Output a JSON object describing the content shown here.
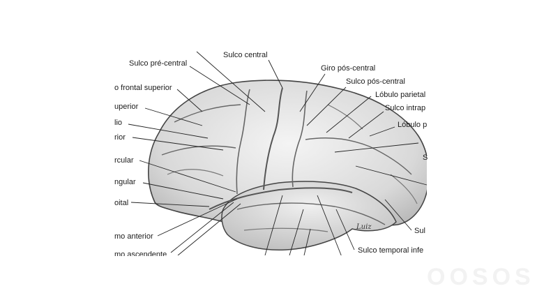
{
  "labels": {
    "sulco_central": "Sulco central",
    "sulco_pre_central": "Sulco pré-central",
    "giro_pos_central": "Giro pós-central",
    "sulco_pos_central": "Sulco pós-central",
    "lobulo_parietal_sup": "Lóbulo parietal",
    "sulco_intraparietal": "Sulco intrap",
    "lobulo_parietal_inf": "Lóbulo p",
    "giro_frontal_superior": "o frontal superior",
    "sulco_frontal_superior": "uperior",
    "giro_frontal_medio": "lio",
    "sulco_frontal_inferior": "rior",
    "parte_opercular": "rcular",
    "parte_triangular": "ngular",
    "parte_orbital": "oital",
    "ramo_anterior": "mo anterior",
    "ramo_ascendente": "mo ascendente",
    "sulco_temporal_inferior": "Sulco temporal infe",
    "right_s": "S",
    "right_sul": "Sul"
  },
  "signature": "Luiz",
  "watermark": "OOSOS"
}
